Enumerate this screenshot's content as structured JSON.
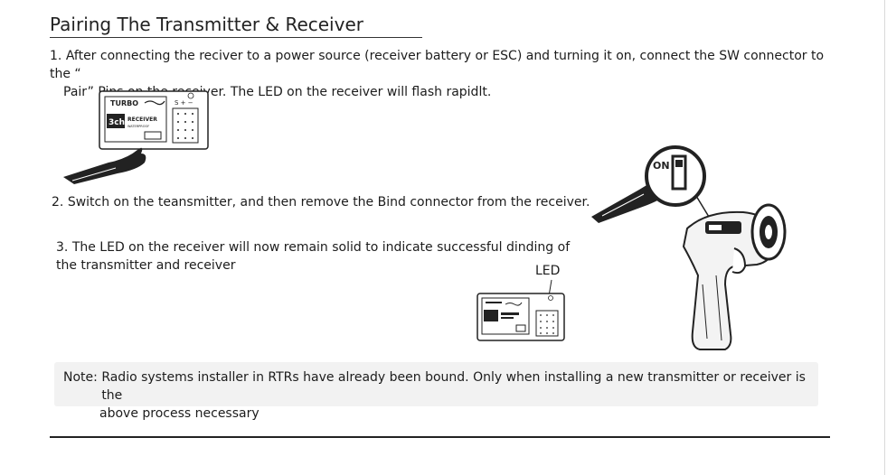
{
  "title": "Pairing The Transmitter & Receiver",
  "steps": [
    {
      "number": "1.",
      "line1": "After connecting the reciver to a power source (receiver battery or ESC) and turning it on, connect the SW connector to the “",
      "line2": "Pair” Pins on the receiver. The LED on the receiver will flash rapidlt."
    },
    {
      "number": "2.",
      "text": "Switch on the teansmitter, and then remove the Bind connector from the receiver."
    },
    {
      "number": "3.",
      "line1": "The LED on the receiver will now remain solid to indicate successful dinding of",
      "line2": "the transmitter and receiver"
    }
  ],
  "led_label": "LED",
  "receiver_labels": {
    "brand": "TURBO",
    "model": "3ch",
    "name": "RECEIVER",
    "waterproof": "WATERPROOF",
    "pin_header": "S + −"
  },
  "transmitter_labels": {
    "switch": "ON"
  },
  "note": {
    "label": "Note:",
    "line1": "Radio systems installer in RTRs have already been bound. Only when installing a new transmitter or receiver is the",
    "line2": "above process necessary"
  }
}
